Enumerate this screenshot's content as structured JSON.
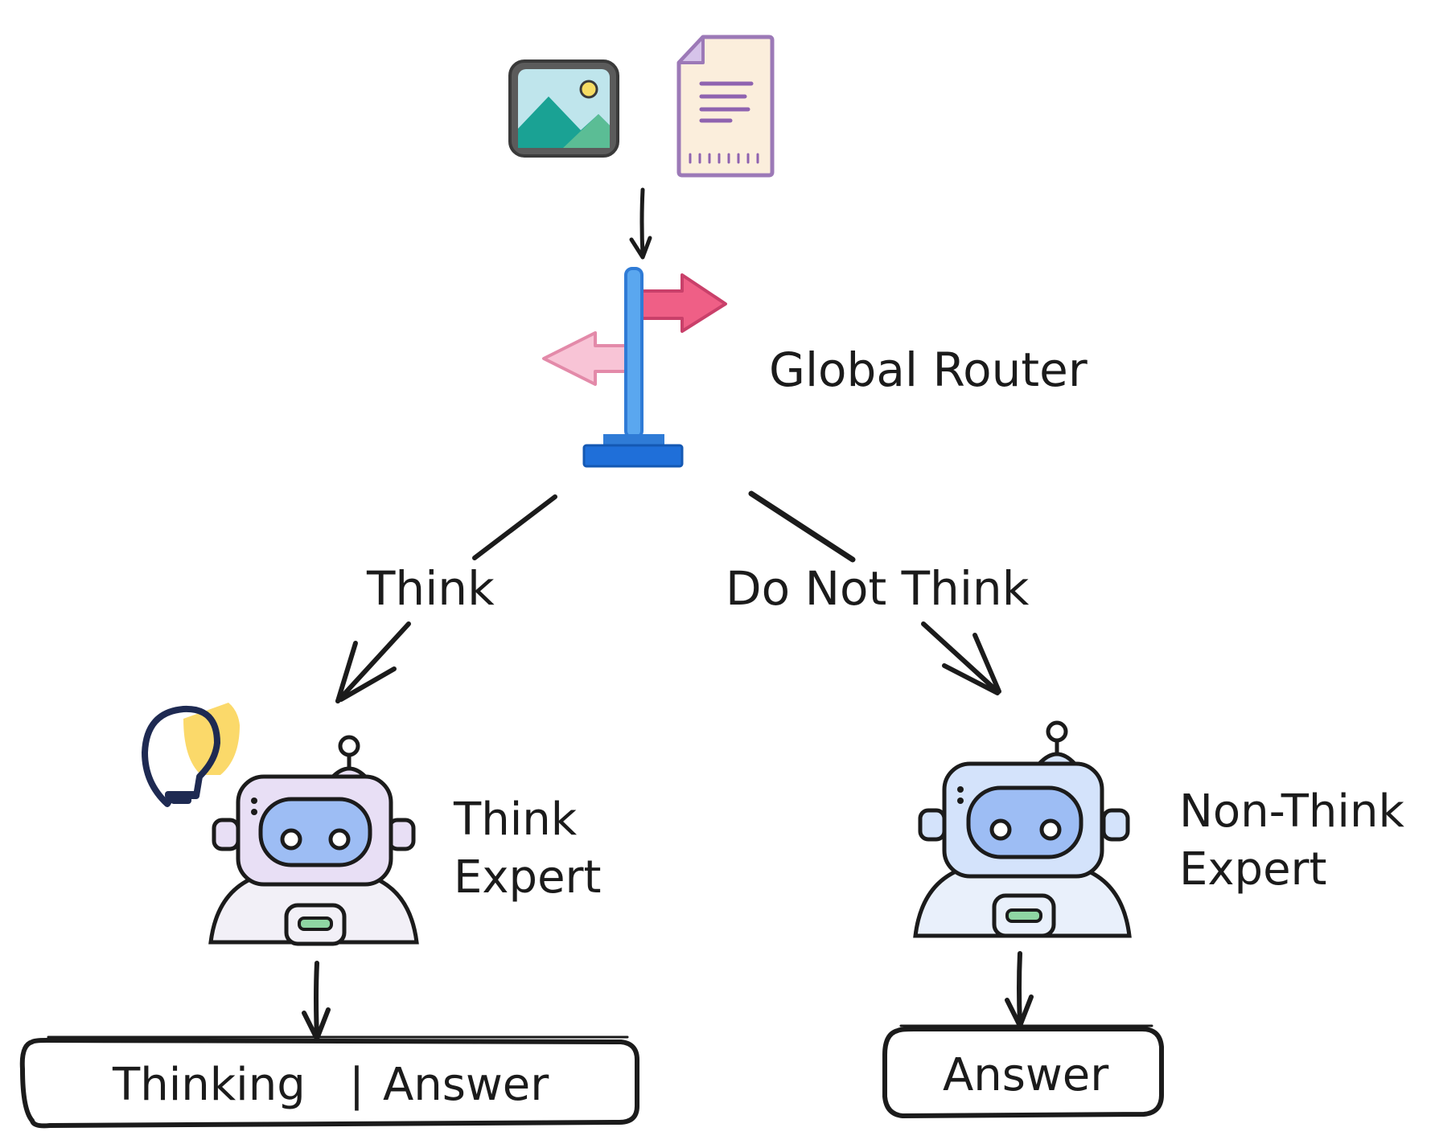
{
  "router": {
    "label": "Global Router"
  },
  "branches": {
    "think": {
      "label": "Think"
    },
    "no_think": {
      "label": "Do Not Think"
    }
  },
  "experts": {
    "think": {
      "line1": "Think",
      "line2": "Expert"
    },
    "non_think": {
      "line1": "Non-Think",
      "line2": "Expert"
    }
  },
  "outputs": {
    "think": {
      "part1": "Thinking",
      "separator": "|",
      "part2": "Answer"
    },
    "non_think": {
      "label": "Answer"
    }
  },
  "icons": {
    "inputs": [
      "image-icon",
      "document-icon"
    ],
    "router": "signpost-icon",
    "think_expert": "robot-icon",
    "think_hint": "lightbulb-icon",
    "non_think_expert": "robot-icon"
  },
  "colors": {
    "ink": "#1b1b1b",
    "router_pole": "#5aa7ef",
    "router_base": "#1f6fd9",
    "sign_right": "#ef5f86",
    "sign_left": "#f8c4d6",
    "bulb": "#fbd96a",
    "robot_purple": "#e8dff5",
    "robot_blue": "#d4e3fb",
    "visor": "#9dbdf4"
  }
}
